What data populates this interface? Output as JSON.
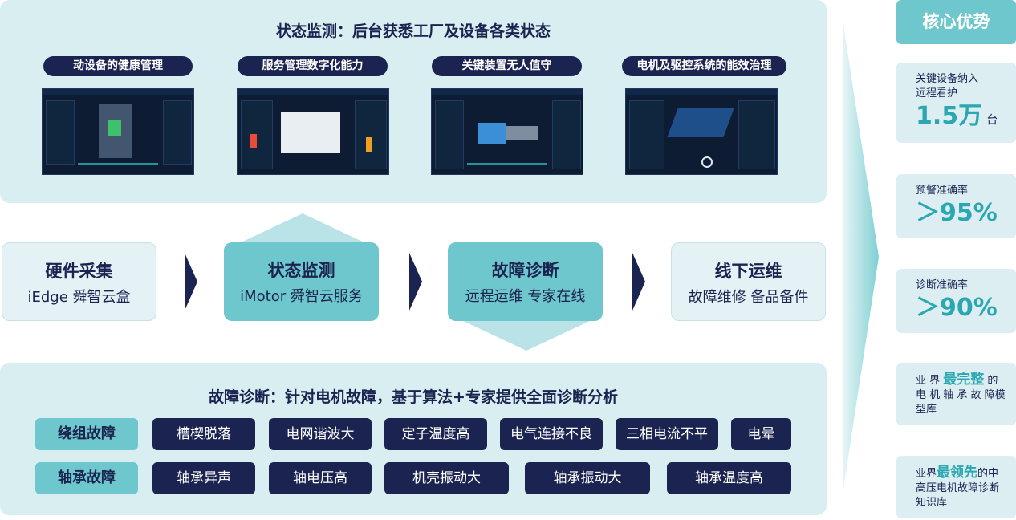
{
  "monitoring": {
    "title": "状态监测：后台获悉工厂及设备各类状态",
    "features": [
      "动设备的健康管理",
      "服务管理数字化能力",
      "关键装置无人值守",
      "电机及驱控系统的能效治理"
    ]
  },
  "flow": [
    {
      "title": "硬件采集",
      "subtitle": "iEdge 舜智云盒"
    },
    {
      "title": "状态监测",
      "subtitle": "iMotor 舜智云服务"
    },
    {
      "title": "故障诊断",
      "subtitle": "远程运维 专家在线"
    },
    {
      "title": "线下运维",
      "subtitle": "故障维修 备品备件"
    }
  ],
  "diagnosis": {
    "title": "故障诊断：针对电机故障，基于算法+专家提供全面诊断分析",
    "categories": [
      {
        "label": "绕组故障",
        "items": [
          "槽楔脱落",
          "电网谐波大",
          "定子温度高",
          "电气连接不良",
          "三相电流不平",
          "电晕"
        ]
      },
      {
        "label": "轴承故障",
        "items": [
          "轴承异声",
          "轴电压高",
          "机壳振动大",
          "轴承振动大",
          "轴承温度高"
        ]
      }
    ]
  },
  "advantages": {
    "title": "核心优势",
    "cards": [
      {
        "line1": "关键设备纳入",
        "line2": "远程看护",
        "value": "1.5万",
        "unit": "台"
      },
      {
        "label": "预警准确率",
        "value": "＞95%"
      },
      {
        "label": "诊断准确率",
        "value": "＞90%"
      },
      {
        "prefix": "业 界",
        "highlight": "最完整",
        "rest": "的 电 机 轴 承 故 障模型库"
      },
      {
        "prefix": "业界",
        "highlight": "最领先",
        "rest": "的中高压电机故障诊断知识库"
      }
    ]
  },
  "colors": {
    "navy": "#1b2350",
    "teal": "#6ec7cc",
    "accent": "#2aa7b0",
    "panel": "#d9eef0"
  }
}
